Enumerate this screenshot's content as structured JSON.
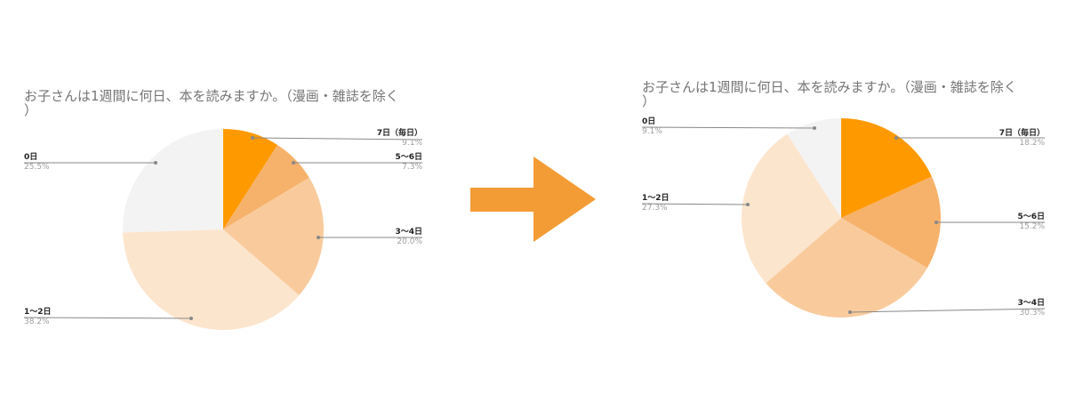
{
  "chart_data": [
    {
      "type": "pie",
      "title": "お子さんは1週間に何日、本を読みますか。（漫画・雑誌を除く）",
      "title_line1": "お子さんは1週間に何日、本を読みますか。（漫画・雑誌を除く",
      "title_line2": "）",
      "categories": [
        "7日（毎日）",
        "5〜6日",
        "3〜4日",
        "1〜2日",
        "0日"
      ],
      "values": [
        9.1,
        7.3,
        20.0,
        38.2,
        25.5
      ],
      "labels": [
        "9.1%",
        "7.3%",
        "20.0%",
        "38.2%",
        "25.5%"
      ],
      "colors": [
        "#FF9900",
        "#F6B26B",
        "#F9CB9C",
        "#FCE5CD",
        "#F3F3F3"
      ],
      "legend_position": "labeled"
    },
    {
      "type": "pie",
      "title": "お子さんは1週間に何日、本を読みますか。（漫画・雑誌を除く）",
      "title_line1": "お子さんは1週間に何日、本を読みますか。（漫画・雑誌を除く",
      "title_line2": "）",
      "categories": [
        "7日（毎日）",
        "5〜6日",
        "3〜4日",
        "1〜2日",
        "0日"
      ],
      "values": [
        18.2,
        15.2,
        30.3,
        27.3,
        9.1
      ],
      "labels": [
        "18.2%",
        "15.2%",
        "30.3%",
        "27.3%",
        "9.1%"
      ],
      "colors": [
        "#FF9900",
        "#F6B26B",
        "#F9CB9C",
        "#FCE5CD",
        "#F3F3F3"
      ],
      "legend_position": "labeled"
    }
  ],
  "arrow": {
    "color": "#F39C35",
    "icon": "right-arrow-icon"
  }
}
